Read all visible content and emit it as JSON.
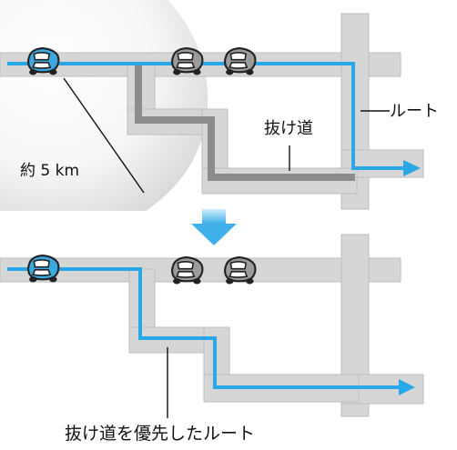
{
  "top_panel": {
    "route_label": "ルート",
    "shortcut_label": "抜け道",
    "distance_label": "約 5 km"
  },
  "bottom_panel": {
    "caption": "抜け道を優先したルート"
  },
  "colors": {
    "road_light": "#d6d6d6",
    "road_dark": "#8c8c8c",
    "route_blue": "#2aa7e6",
    "car_blue": "#3ba9e0",
    "car_gray": "#9b9b9b",
    "arrow_blue": "#4ab8ea",
    "zone_gradient": "#dedede"
  },
  "icons": {
    "own_car": "blue-car-icon",
    "traffic_car": "gray-car-icon",
    "down_arrow": "down-arrow-icon"
  }
}
